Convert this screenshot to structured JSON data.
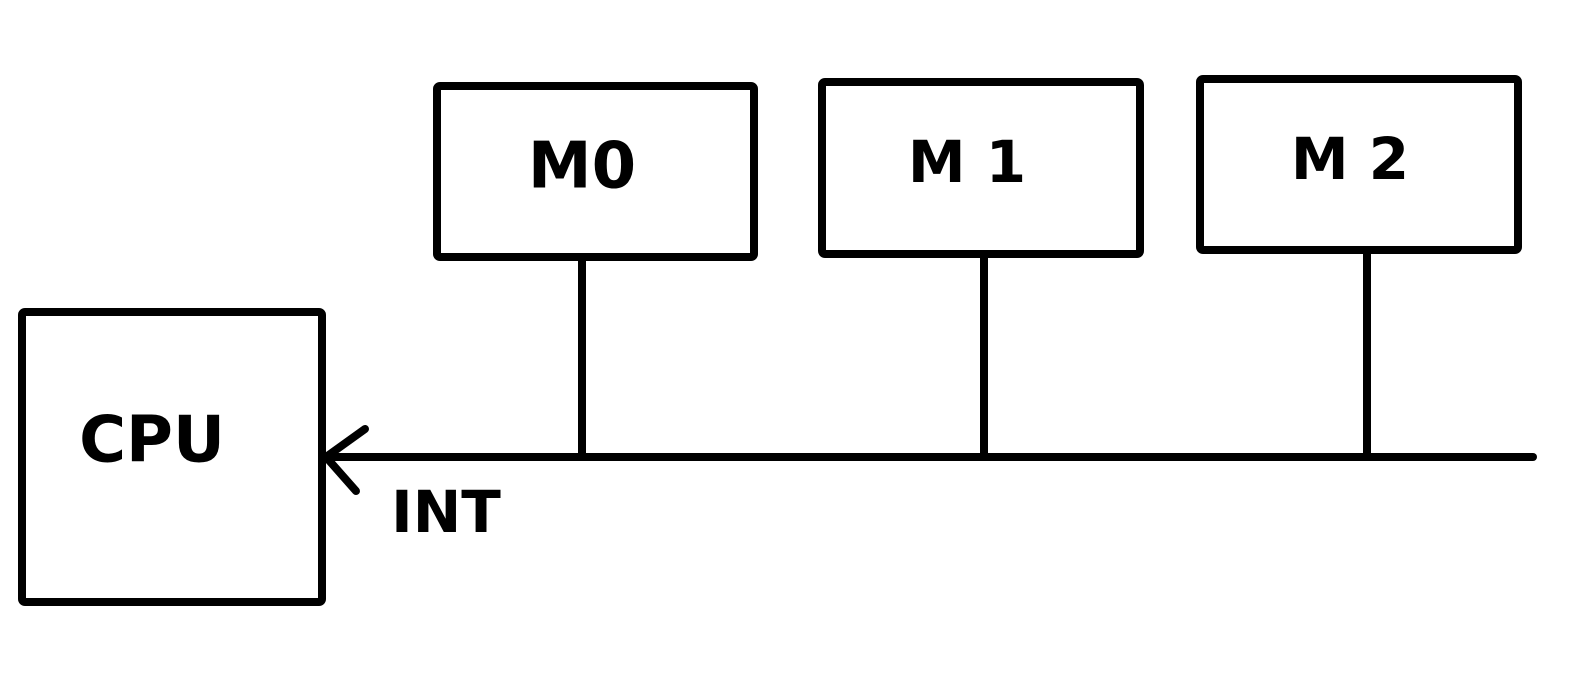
{
  "diagram": {
    "cpu": {
      "label": "CPU"
    },
    "modules": [
      {
        "label": "M0"
      },
      {
        "label": "M 1"
      },
      {
        "label": "M 2"
      }
    ],
    "bus": {
      "signal_label": "INT"
    },
    "stroke_color": "#000000",
    "background_color": "#ffffff"
  }
}
